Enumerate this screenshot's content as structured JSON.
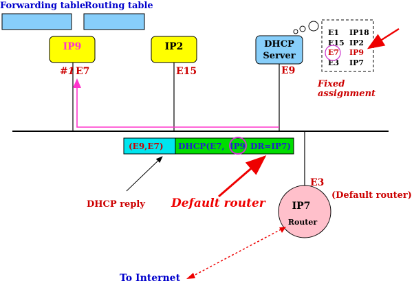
{
  "headers": {
    "forwarding_table": "Forwarding table",
    "routing_table": "Routing table"
  },
  "hosts": {
    "host1": {
      "label": "IP9",
      "mac": "E7",
      "tag": "#1"
    },
    "host2": {
      "label": "IP2",
      "mac": "E15"
    },
    "dhcp": {
      "line1": "DHCP",
      "line2": "Server",
      "mac": "E9"
    }
  },
  "assignment_table": {
    "rows": [
      {
        "mac": "E1",
        "ip": "IP18"
      },
      {
        "mac": "E15",
        "ip": "IP2"
      },
      {
        "mac": "E7",
        "ip": "IP9"
      },
      {
        "mac": "E3",
        "ip": "IP7"
      }
    ],
    "caption_line1": "Fixed",
    "caption_line2": "assignment"
  },
  "packet": {
    "header": "(E9,E7)",
    "payload_prefix": "DHCP(E7,",
    "payload_ip": "IP9",
    "payload_suffix": "DR=IP7)"
  },
  "router": {
    "label": "IP7",
    "sublabel": "Router",
    "mac": "E3",
    "note": "(Default router)"
  },
  "annotations": {
    "dhcp_reply": "DHCP reply",
    "default_router": "Default router",
    "to_internet": "To Internet"
  },
  "colors": {
    "blue_text": "#0000cc",
    "red_text": "#cc0000",
    "magenta": "#ff33cc",
    "host_fill": "#ffff00",
    "dhcp_fill": "#87cefa",
    "table_box_fill": "#87cefa",
    "router_fill": "#ffc0cb",
    "packet_header_fill": "#00e5ee",
    "packet_payload_fill": "#00dd00",
    "payload_text": "#2222cc"
  }
}
